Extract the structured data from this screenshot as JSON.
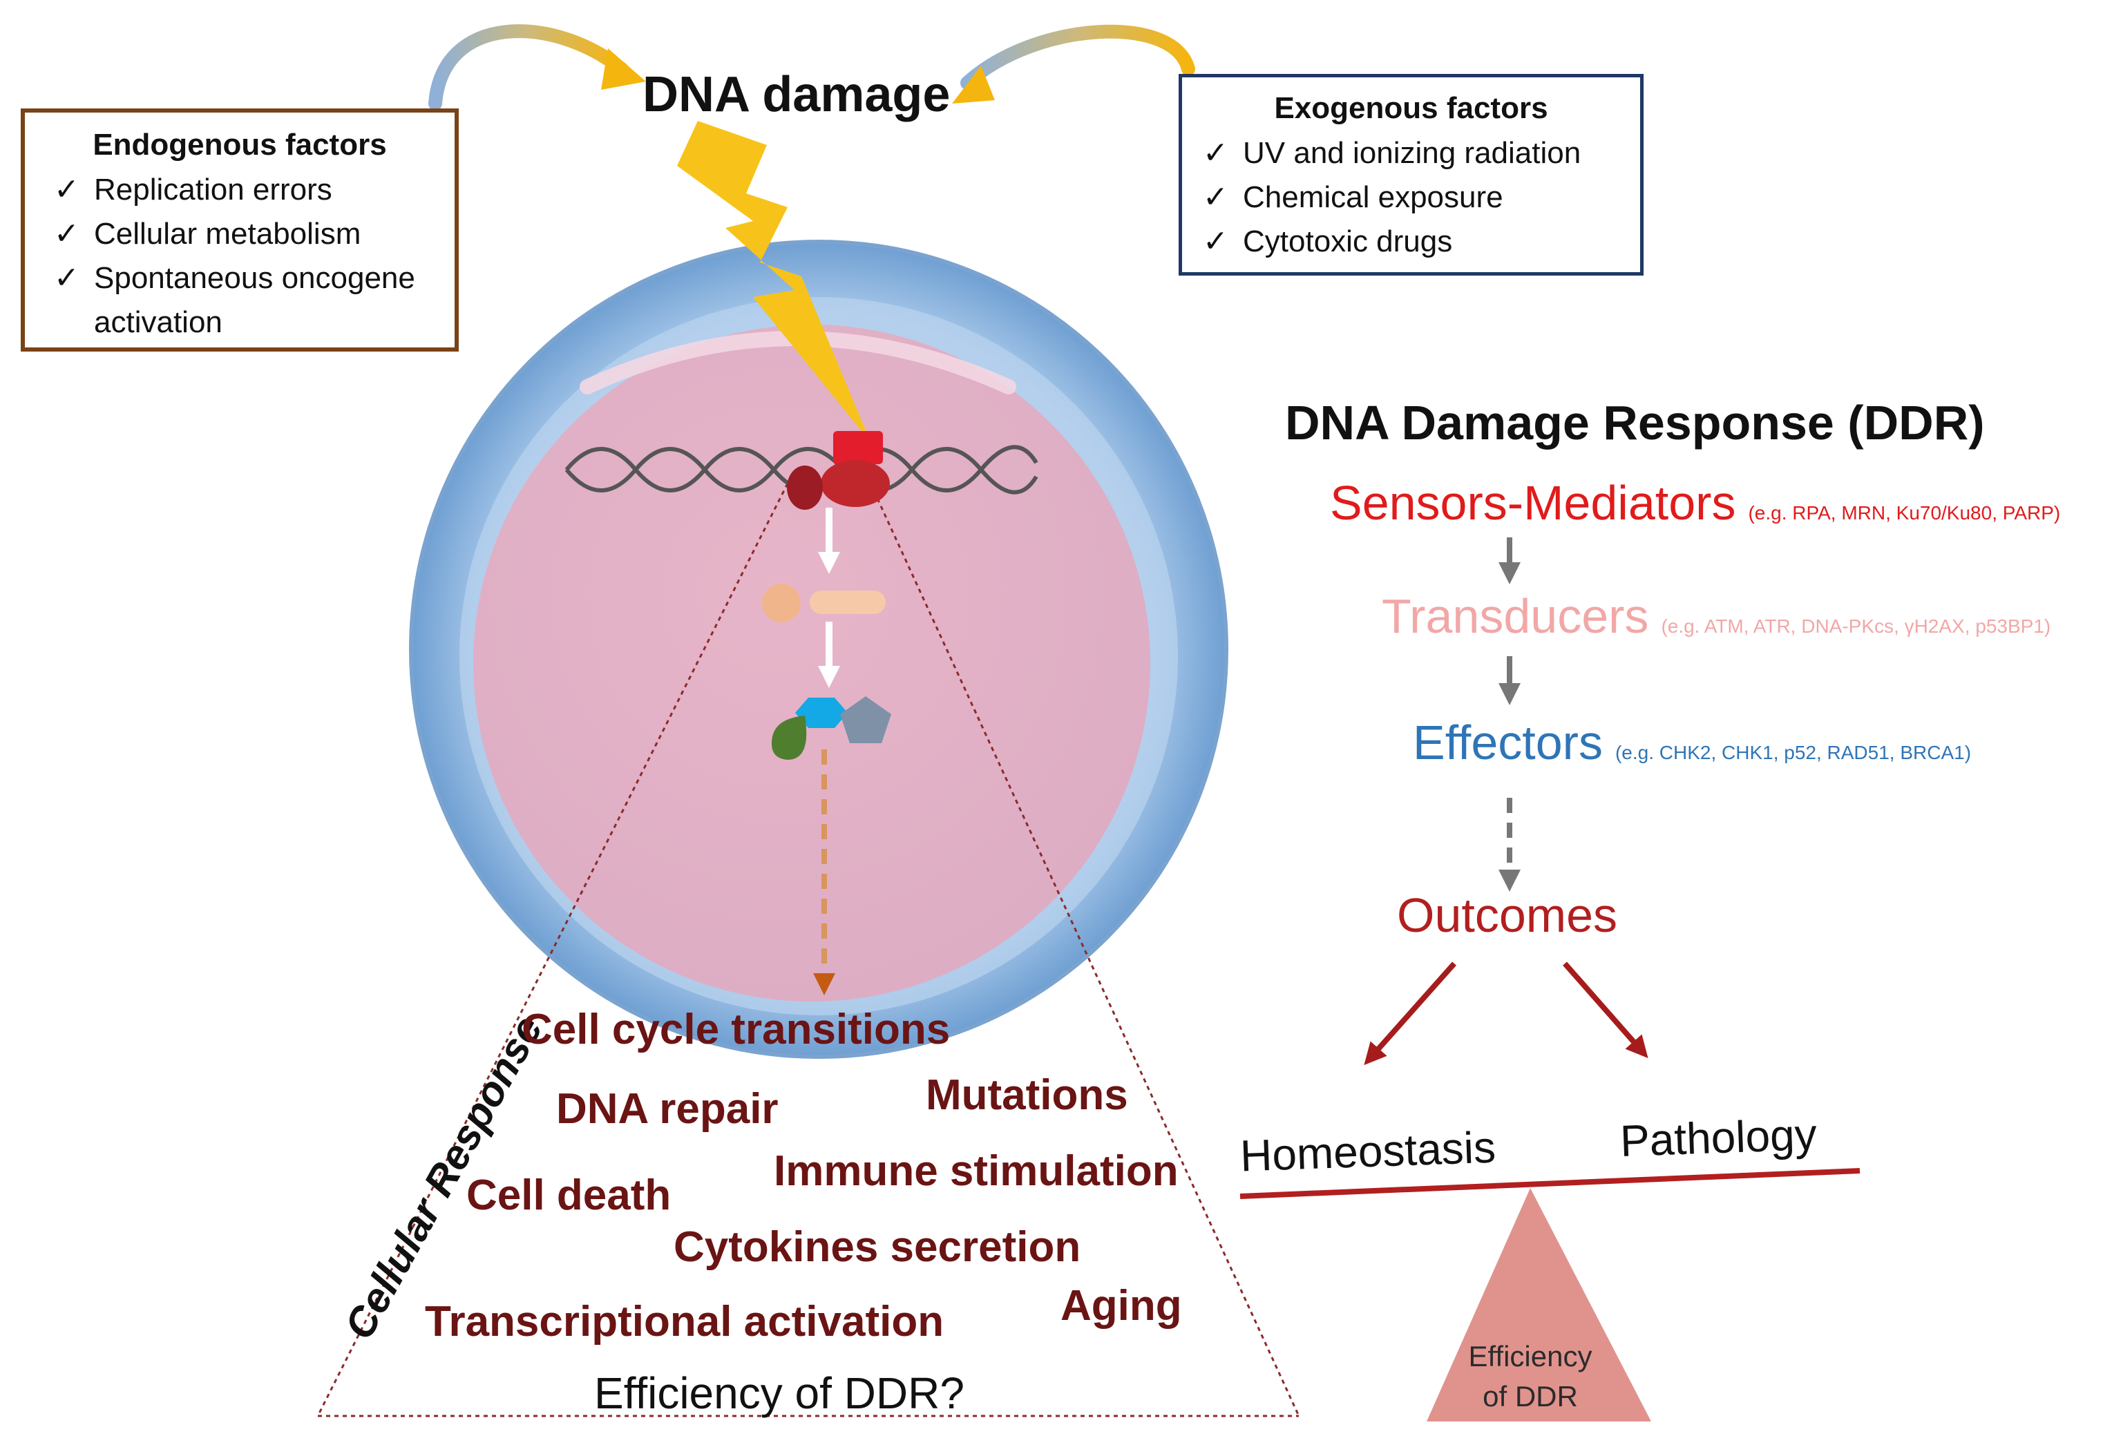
{
  "title": "DNA damage",
  "endogenous": {
    "title": "Endogenous factors",
    "items": [
      "Replication errors",
      "Cellular metabolism",
      "Spontaneous oncogene activation"
    ]
  },
  "exogenous": {
    "title": "Exogenous factors",
    "items": [
      "UV and ionizing radiation",
      "Chemical exposure",
      "Cytotoxic drugs"
    ]
  },
  "check_mark": "✓",
  "ddr": {
    "title": "DNA Damage Response (DDR)",
    "stages": [
      {
        "name": "Sensors-Mediators",
        "examples": "(e.g. RPA, MRN, Ku70/Ku80, PARP)",
        "color": "#e01b1b"
      },
      {
        "name": "Transducers",
        "examples": "(e.g. ATM, ATR, DNA-PKcs, γH2AX, p53BP1)",
        "color": "#f2a7a7"
      },
      {
        "name": "Effectors",
        "examples": "(e.g. CHK2, CHK1, p52, RAD51, BRCA1)",
        "color": "#2e75b6"
      },
      {
        "name": "Outcomes",
        "examples": "",
        "color": "#b21f1f"
      }
    ],
    "balance": {
      "left": "Homeostasis",
      "right": "Pathology",
      "fulcrum_label_line1": "Efficiency",
      "fulcrum_label_line2": "of DDR"
    }
  },
  "cellular_response": {
    "title": "Cellular Response",
    "items": [
      "Cell cycle transitions",
      "DNA repair",
      "Mutations",
      "Immune stimulation",
      "Cell death",
      "Cytokines secretion",
      "Transcriptional activation",
      "Aging"
    ],
    "question": "Efficiency of DDR?"
  },
  "colors": {
    "endo_border": "#7a4215",
    "exo_border": "#1f3864",
    "response_text": "#6a1414",
    "balance_line": "#b21f1f",
    "fulcrum": "#e0938d"
  }
}
